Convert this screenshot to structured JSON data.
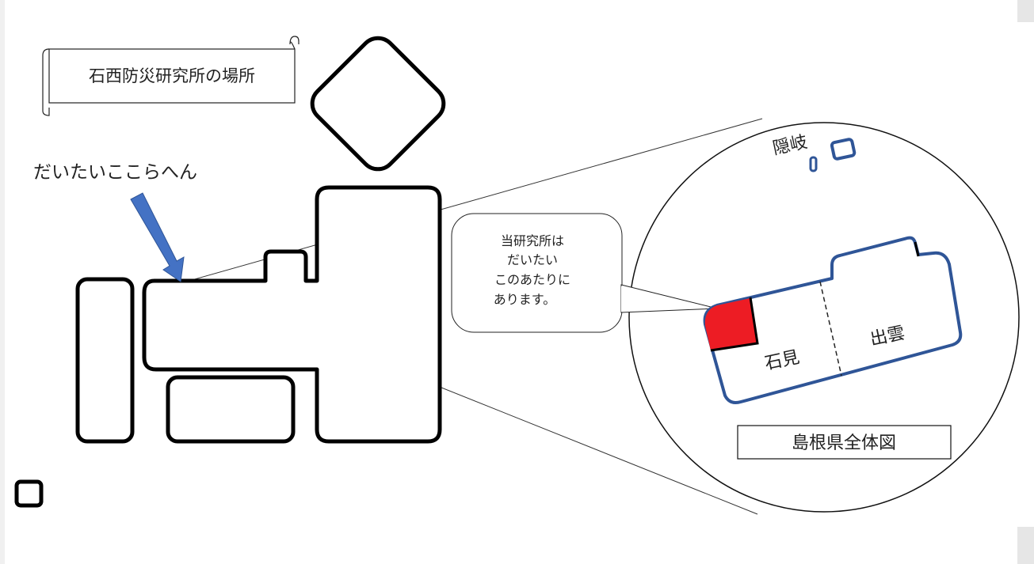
{
  "title": "石西防災研究所の場所",
  "pointer_label": "だいたいここらへん",
  "callout_lines": [
    "当研究所は",
    "だいたい",
    "このあたりに",
    "あります。"
  ],
  "oki_label": "隠岐",
  "iwami_label": "石見",
  "izumo_label": "出雲",
  "map_caption": "島根県全体図",
  "colors": {
    "arrow": "#4472c4",
    "shimane_outline": "#2f5597",
    "highlight": "#ed1c24"
  }
}
